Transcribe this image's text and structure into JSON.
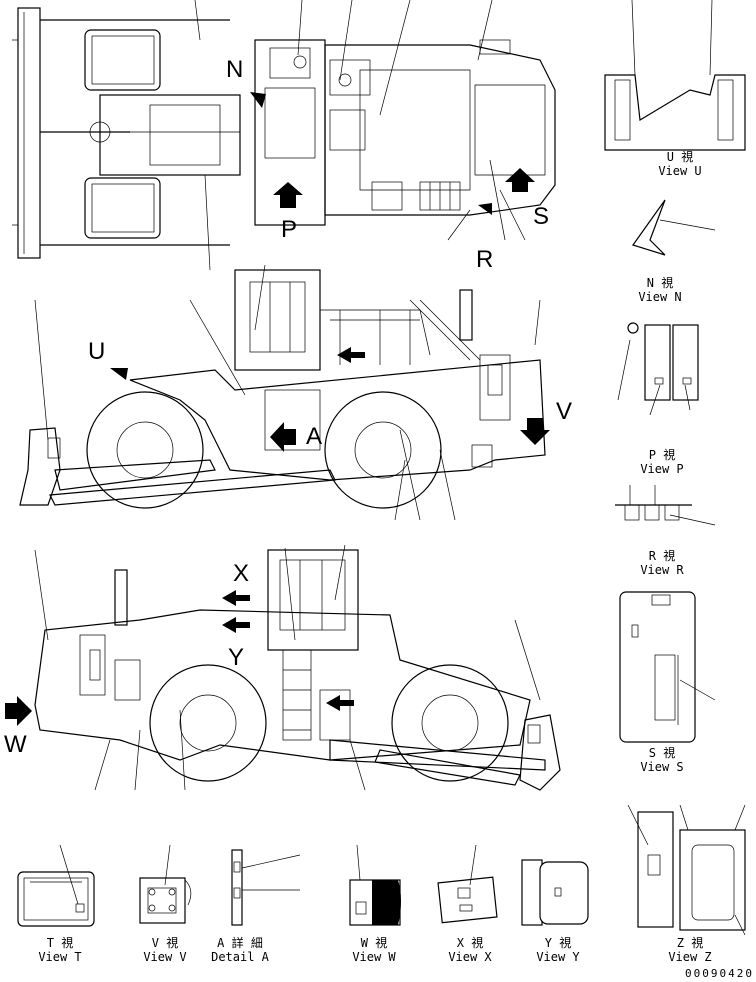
{
  "view_letters": {
    "N": "N",
    "P": "P",
    "R": "R",
    "S": "S",
    "U": "U",
    "V": "V",
    "A": "A",
    "X": "X",
    "Y": "Y",
    "W": "W"
  },
  "captions": {
    "U": {
      "jp": "U 視",
      "en": "View U"
    },
    "N": {
      "jp": "N 視",
      "en": "View N"
    },
    "P": {
      "jp": "P 視",
      "en": "View P"
    },
    "R": {
      "jp": "R 視",
      "en": "View R"
    },
    "S": {
      "jp": "S 視",
      "en": "View S"
    },
    "T": {
      "jp": "T 視",
      "en": "View T"
    },
    "V": {
      "jp": "V 視",
      "en": "View V"
    },
    "A": {
      "jp": "A 詳 細",
      "en": "Detail A"
    },
    "W": {
      "jp": "W 視",
      "en": "View W"
    },
    "X": {
      "jp": "X 視",
      "en": "View X"
    },
    "Y": {
      "jp": "Y 視",
      "en": "View Y"
    },
    "Z": {
      "jp": "Z 視",
      "en": "View Z"
    }
  },
  "document_number": "00090420"
}
